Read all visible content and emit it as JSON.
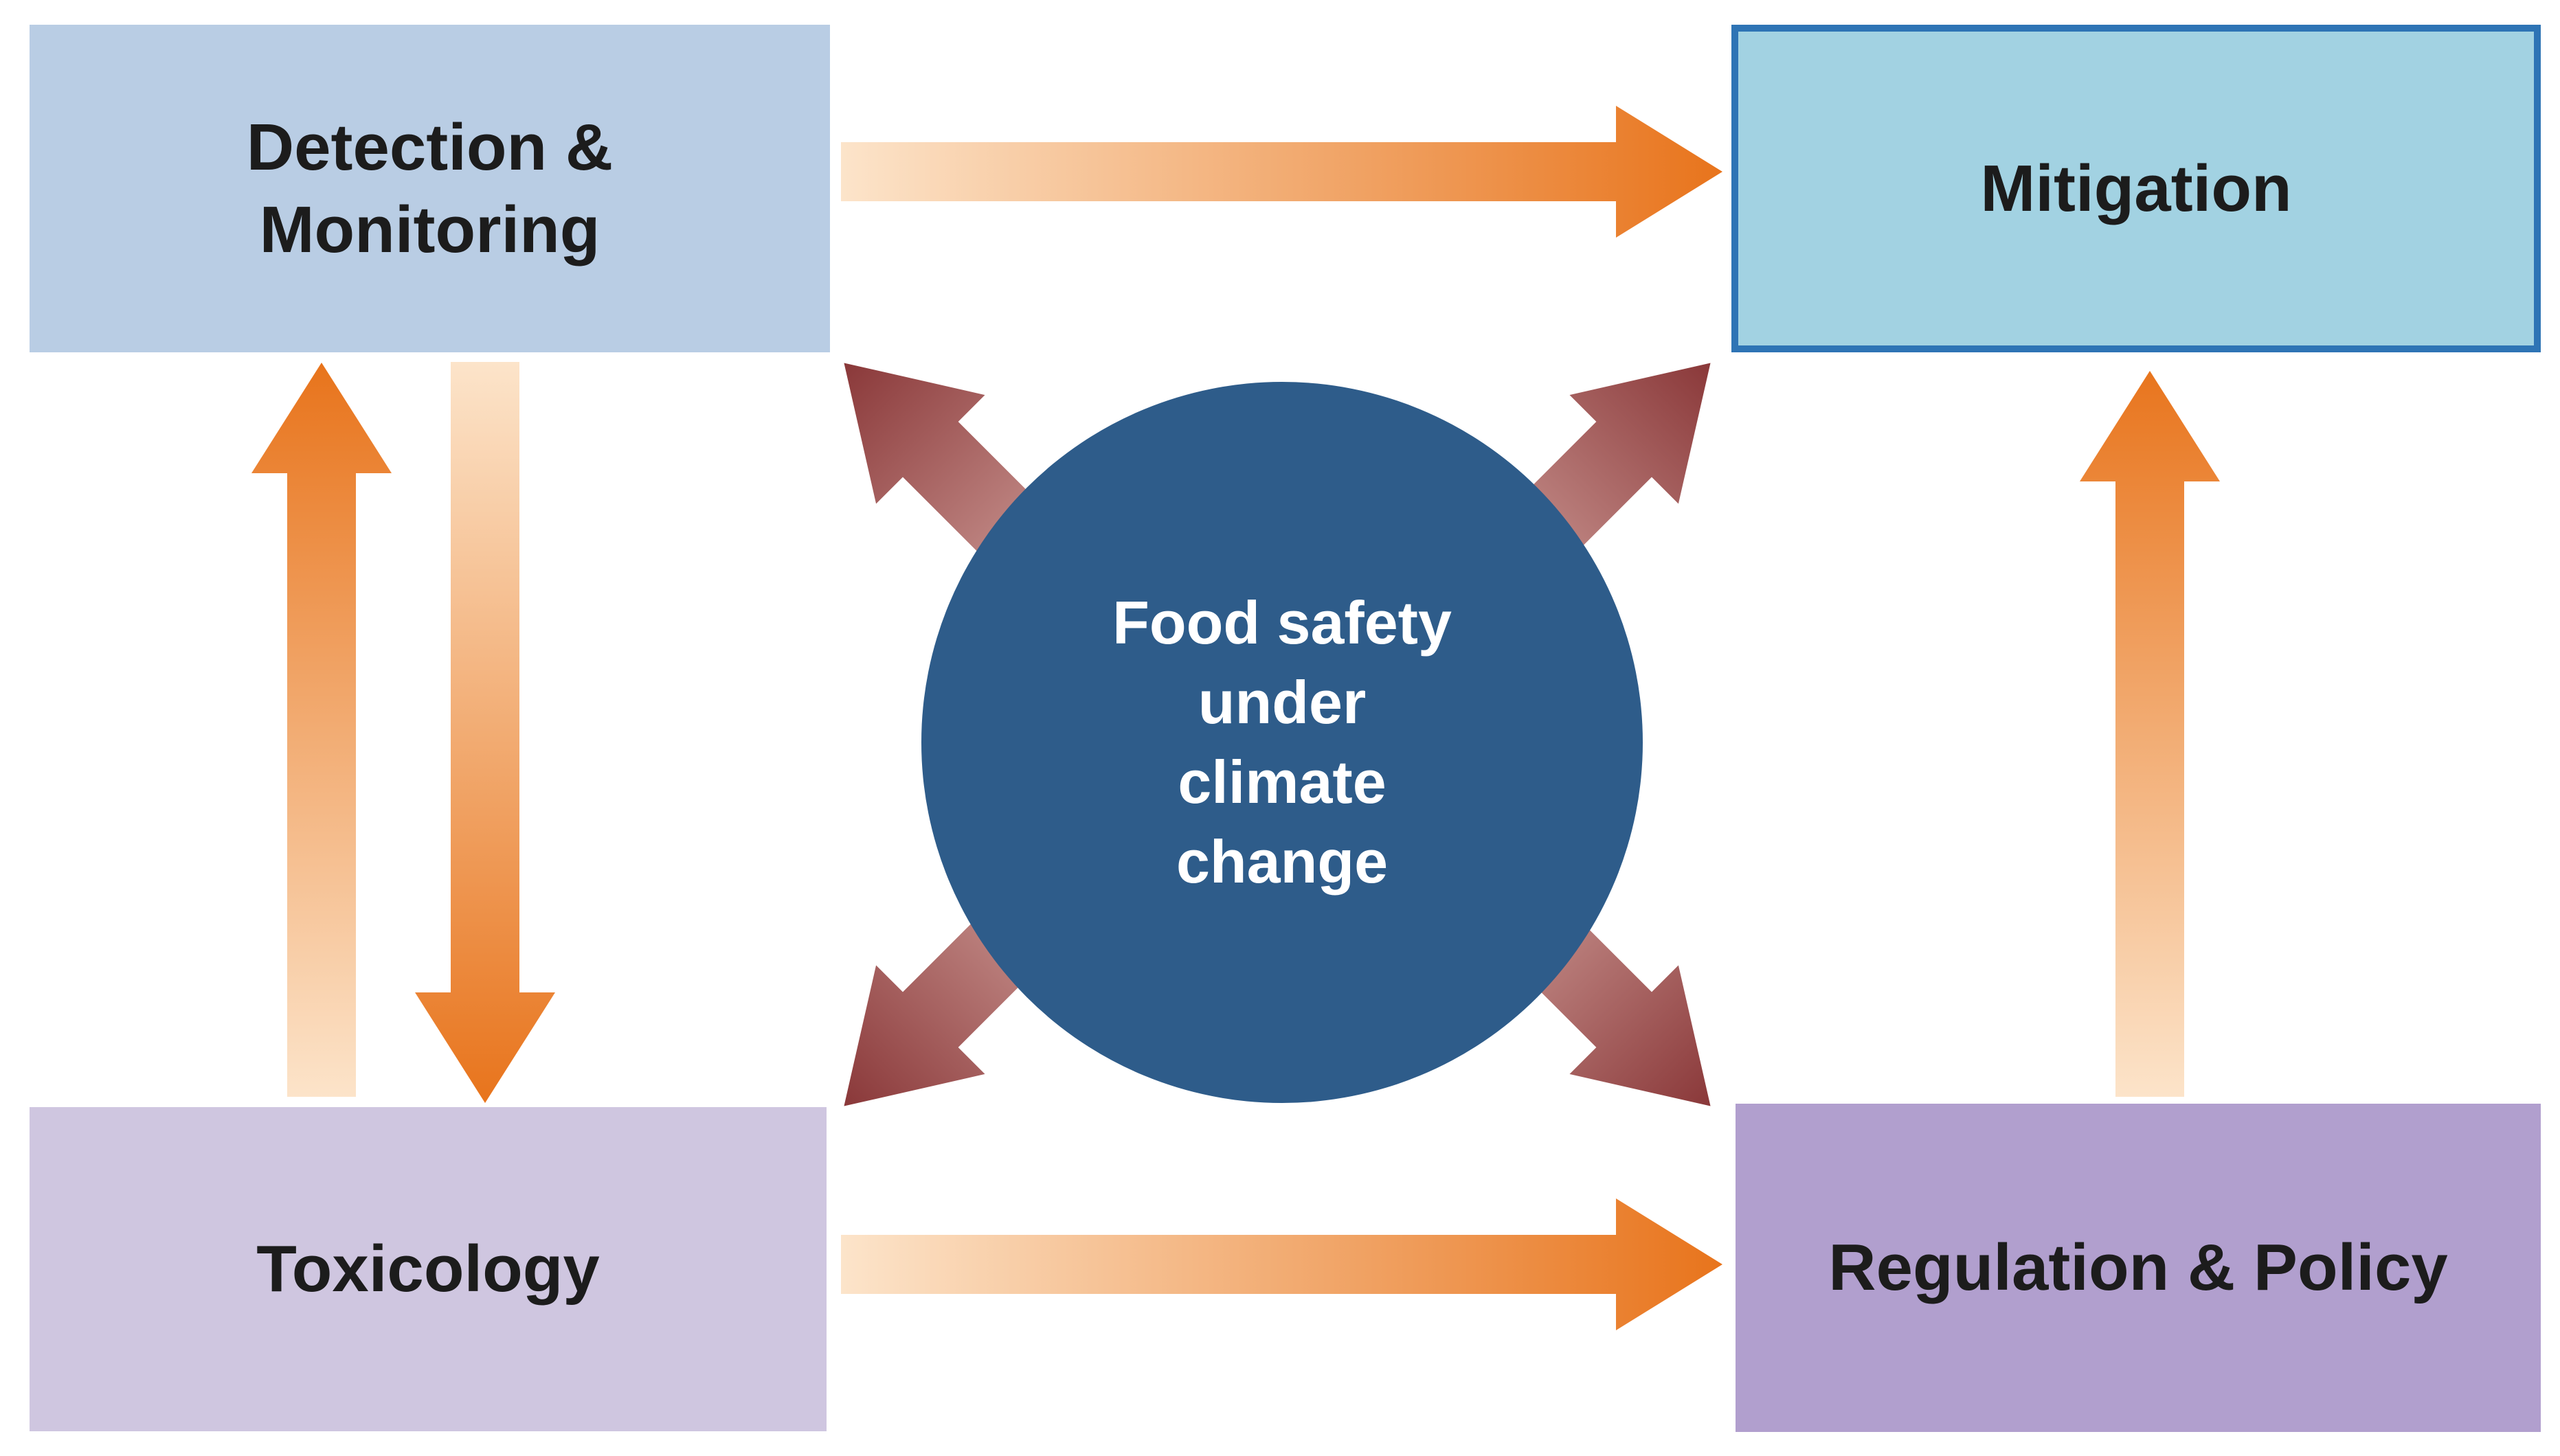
{
  "center": {
    "lines": [
      "Food safety",
      "under",
      "climate",
      "change"
    ],
    "fill": "#2e5c8a",
    "text_color": "#ffffff"
  },
  "boxes": {
    "detection": {
      "label": "Detection & Monitoring",
      "lines": [
        "Detection &",
        "Monitoring"
      ],
      "fill": "#b9cde4"
    },
    "mitigation": {
      "label": "Mitigation",
      "fill": "#a2d2e2",
      "border": "#2e74b5"
    },
    "toxicology": {
      "label": "Toxicology",
      "fill": "#cfc6e0"
    },
    "regulation": {
      "label": "Regulation & Policy",
      "fill": "#b19fce"
    }
  },
  "arrows": {
    "orange_light": "#fce4ca",
    "orange_dark": "#e8741c",
    "maroon_light": "#d4a5a0",
    "maroon_dark": "#8a3839",
    "connections": [
      {
        "from": "Detection & Monitoring",
        "to": "Mitigation",
        "direction": "right"
      },
      {
        "from": "Toxicology",
        "to": "Detection & Monitoring",
        "direction": "up"
      },
      {
        "from": "Detection & Monitoring",
        "to": "Toxicology",
        "direction": "down"
      },
      {
        "from": "Toxicology",
        "to": "Regulation & Policy",
        "direction": "right"
      },
      {
        "from": "Regulation & Policy",
        "to": "Mitigation",
        "direction": "up"
      },
      {
        "from": "Food safety under climate change",
        "to": "Detection & Monitoring",
        "direction": "diagonal-out"
      },
      {
        "from": "Food safety under climate change",
        "to": "Mitigation",
        "direction": "diagonal-out"
      },
      {
        "from": "Food safety under climate change",
        "to": "Toxicology",
        "direction": "diagonal-out"
      },
      {
        "from": "Food safety under climate change",
        "to": "Regulation & Policy",
        "direction": "diagonal-out"
      }
    ]
  }
}
